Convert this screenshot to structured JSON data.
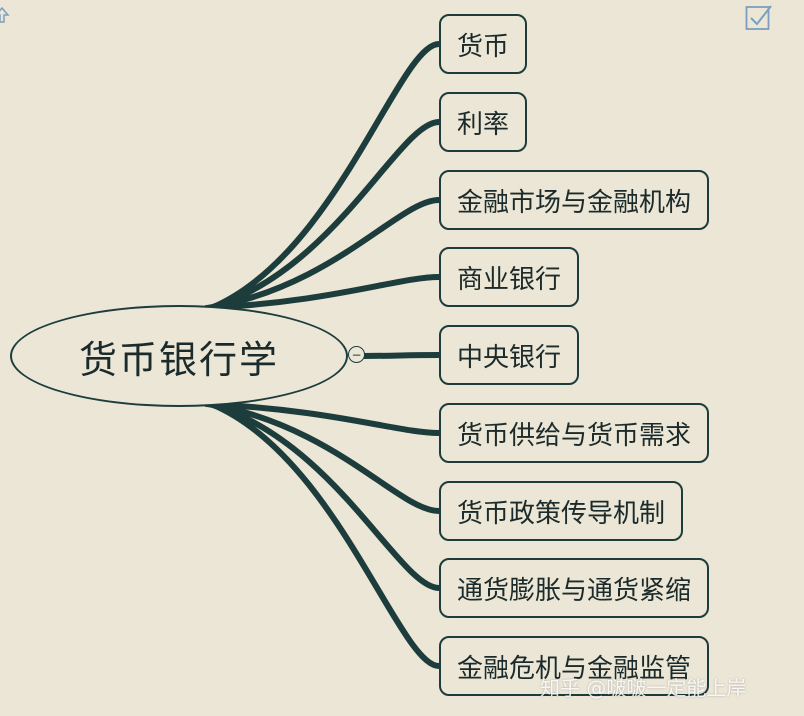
{
  "mindmap": {
    "root": "货币银行学",
    "collapse_symbol": "−",
    "branches": [
      {
        "label": "货币"
      },
      {
        "label": "利率"
      },
      {
        "label": "金融市场与金融机构"
      },
      {
        "label": "商业银行"
      },
      {
        "label": "中央银行"
      },
      {
        "label": "货币供给与货币需求"
      },
      {
        "label": "货币政策传导机制"
      },
      {
        "label": "通货膨胀与通货紧缩"
      },
      {
        "label": "金融危机与金融监管"
      }
    ]
  },
  "watermark": "知乎 @啵啵一定能上岸",
  "colors": {
    "background": "#ebe6d6",
    "line": "#1d3c3c",
    "icon": "#7d9fbf"
  },
  "icons": {
    "top_left": "expand-arrow-icon",
    "top_right": "checkbox-checked-icon"
  }
}
